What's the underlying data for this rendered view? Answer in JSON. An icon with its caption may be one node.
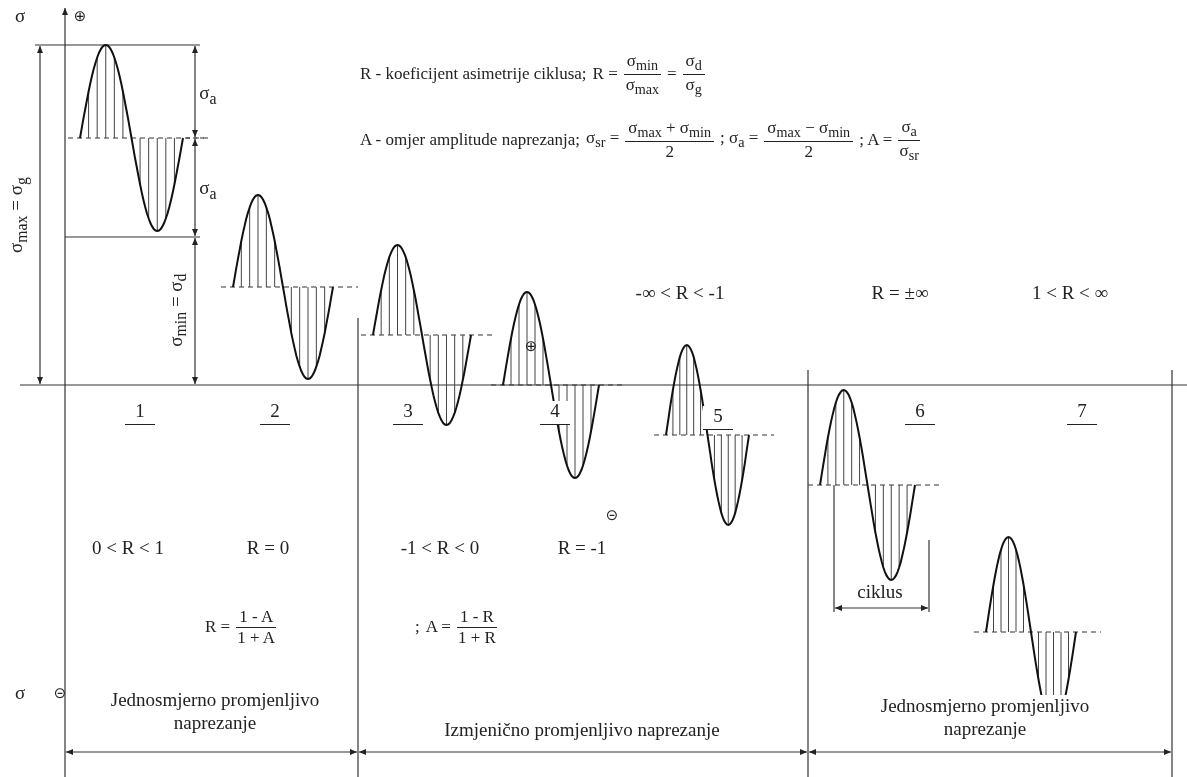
{
  "diagram": {
    "labels": [
      "σ",
      "⊕",
      "σ$_{a}$",
      "σ$_{a}$",
      "σ$_{max}$ = σ$_{g}$",
      "σ$_{min}$ = σ$_{d}$",
      "R - koeficijent asimetrije ciklusa;",
      "R =",
      "σ$_{min}$",
      "σ$_{max}$",
      "=",
      "σ$_{d}$",
      "σ$_{g}$",
      "A - omjer amplitude naprezanja;",
      "σ$_{sr}$ =",
      "σ$_{max}$ + σ$_{min}$",
      "2",
      "; σ$_{a}$ =",
      "σ$_{max}$ − σ$_{min}$",
      "2",
      "; A =",
      "σ$_{a}$",
      "σ$_{sr}$",
      "-∞ < R < -1",
      "R = ±∞",
      "1 < R < ∞",
      "⊕",
      "1",
      "2",
      "3",
      "4",
      "5",
      "6",
      "7",
      "⊝",
      "0 < R < 1",
      "R = 0",
      "-1 < R < 0",
      "R = -1",
      "ciklus",
      "R =",
      "1 - A",
      "1 + A",
      ";",
      "A =",
      "1 - R",
      "1 + R",
      "σ",
      "⊝",
      "Jednosmjerno promjenljivo naprezanje",
      "Izmjenično promjenljivo naprezanje",
      "Jednosmjerno promjenljivo naprezanje"
    ]
  }
}
